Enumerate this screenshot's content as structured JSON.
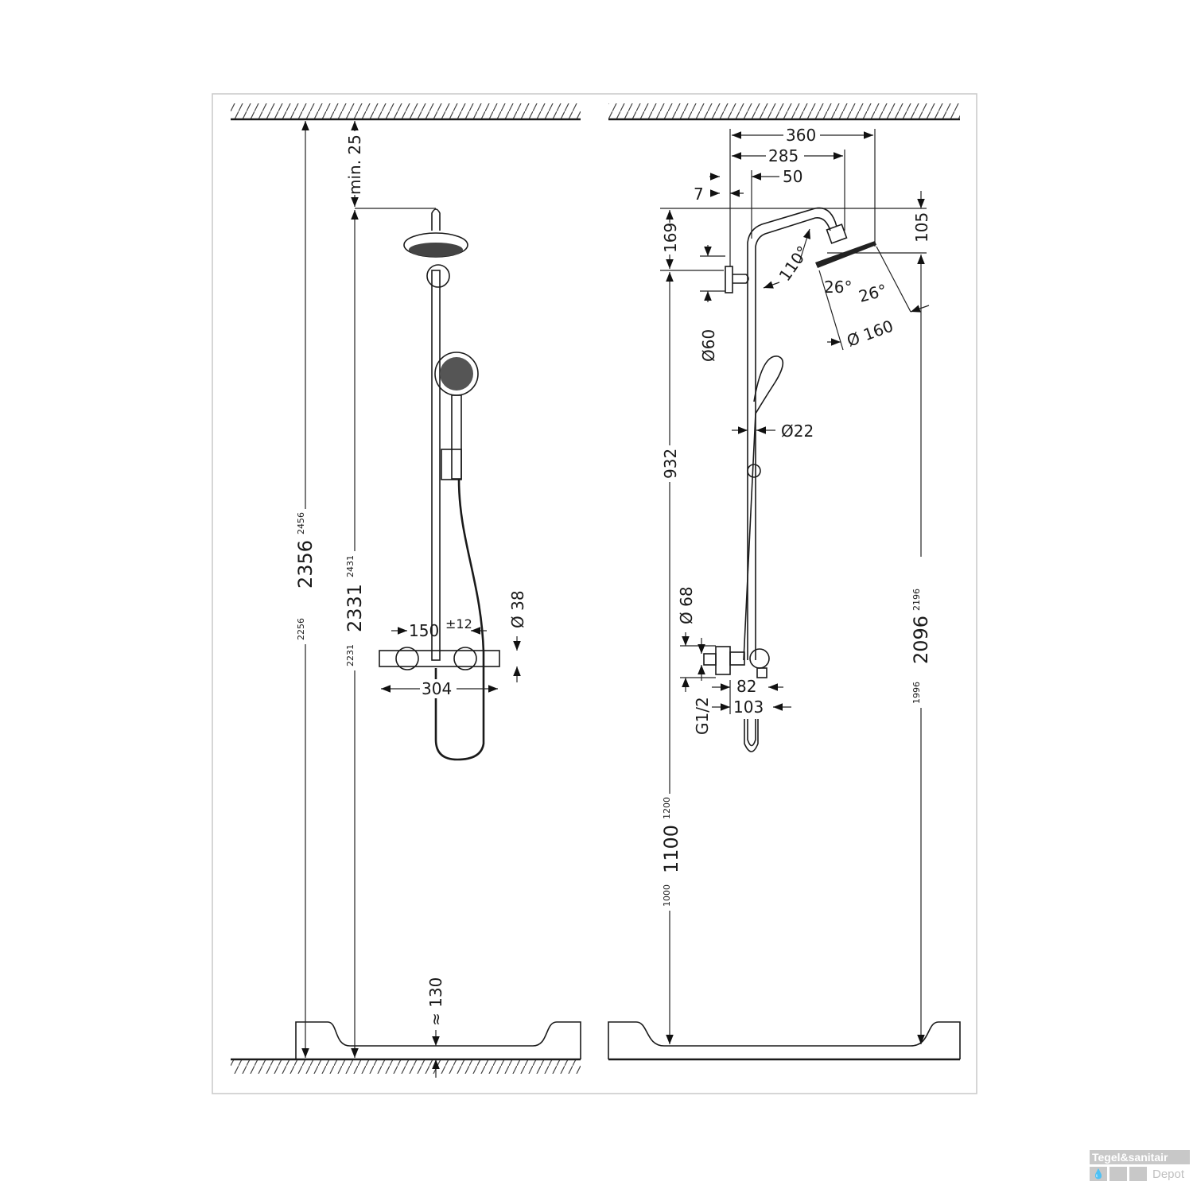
{
  "left_view": {
    "total_height": {
      "nominal": "2356",
      "min": "2256",
      "max": "2456"
    },
    "rail_height": {
      "nominal": "2331",
      "min": "2231",
      "max": "2431"
    },
    "ceiling_clearance": "min. 25",
    "mixer_center_distance": "150",
    "mixer_center_tolerance": "±12",
    "mixer_width": "304",
    "mixer_diameter": "Ø 38",
    "tray_height": "≈ 130"
  },
  "right_view": {
    "projection_total": "360",
    "projection_head": "285",
    "arm_offset": "50",
    "bracket_offset": "7",
    "head_drop": "105",
    "bracket_height": "169",
    "bracket_diameter": "Ø60",
    "arm_angle": "110°",
    "head_angle_1": "26°",
    "head_angle_2": "26°",
    "head_diameter": "Ø 160",
    "rail_diameter": "Ø22",
    "rail_length": "932",
    "mixer_height": {
      "nominal": "1100",
      "min": "1000",
      "max": "1200"
    },
    "head_height": {
      "nominal": "2096",
      "min": "1996",
      "max": "2196"
    },
    "valve_diameter": "Ø 68",
    "connection": "G1/2",
    "depth_1": "82",
    "depth_2": "103"
  },
  "watermark": {
    "line1": "Tegel&sanitair",
    "line2": "Depot"
  }
}
